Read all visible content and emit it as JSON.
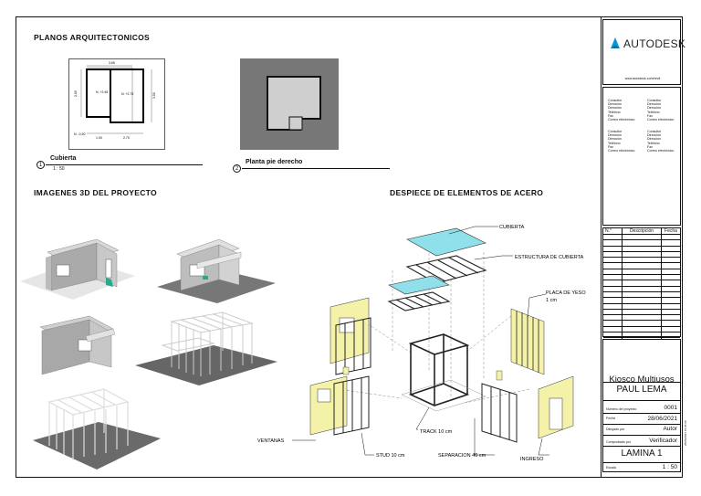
{
  "sheet": {
    "main_title": "PLANOS ARQUITECTONICOS",
    "section_3d": "IMAGENES 3D DEL PROYECTO",
    "section_despiece": "DESPIECE DE ELEMENTOS DE ACERO"
  },
  "views": [
    {
      "number": "1",
      "title": "Cubierta",
      "scale": "1 : 50"
    },
    {
      "number": "2",
      "title": "Planta pie derecho",
      "scale": ""
    }
  ],
  "plan_labels": {
    "room1": "N. +2.45",
    "room2": "N. +2.75",
    "level": "N. -0.30",
    "dim_top": "3.65",
    "dim_left": "2.00",
    "dim_right": "3.50",
    "dim_bottom1": "1.00",
    "dim_bottom2": "2.70"
  },
  "despiece_labels": {
    "cubierta": "CUBIERTA",
    "estructura": "ESTRUCTURA DE CUBIERTA",
    "placa1": "PLACA DE YESO",
    "placa2": "1 cm",
    "ventanas": "VENTANAS",
    "track": "TRACK 10 cm",
    "stud": "STUD 10 cm",
    "separacion": "SEPARACION 40 cm",
    "ingreso": "INGRESO"
  },
  "title_block": {
    "brand": "AUTODESK",
    "website": "www.autodesk.com/revit",
    "consultants": [
      [
        "Consultor",
        "Dirección",
        "Dirección",
        "Teléfono",
        "Fax",
        "Correo electrónico"
      ],
      [
        "Consultor",
        "Dirección",
        "Dirección",
        "Teléfono",
        "Fax",
        "Correo electrónico"
      ],
      [
        "Consultor",
        "Dirección",
        "Dirección",
        "Teléfono",
        "Fax",
        "Correo electrónico"
      ],
      [
        "Consultor",
        "Dirección",
        "Dirección",
        "Teléfono",
        "Fax",
        "Correo electrónico"
      ]
    ],
    "rev_headers": [
      "N.°",
      "Descripción",
      "Fecha"
    ],
    "project_name": "Kiosco Multiusos",
    "owner": "PAUL LEMA",
    "fields": [
      {
        "label": "Número del proyecto",
        "value": "0001"
      },
      {
        "label": "Fecha",
        "value": "28/06/2021"
      },
      {
        "label": "Dibujado por",
        "value": "Autor"
      },
      {
        "label": "Comprobado por",
        "value": "Verificador"
      }
    ],
    "sheet_number": "LAMINA 1",
    "scale_label": "Escala",
    "scale_value": "1 : 50",
    "print_date": "28/06/2021 15:25:28"
  }
}
